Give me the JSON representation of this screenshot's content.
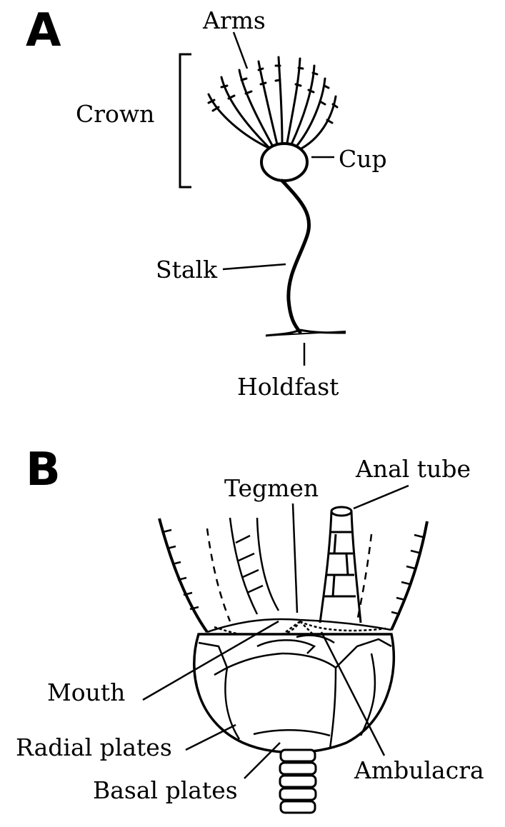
{
  "panel_a": {
    "letter": "A",
    "labels": {
      "arms": "Arms",
      "crown": "Crown",
      "cup": "Cup",
      "stalk": "Stalk",
      "holdfast": "Holdfast"
    }
  },
  "panel_b": {
    "letter": "B",
    "labels": {
      "anal_tube": "Anal tube",
      "tegmen": "Tegmen",
      "mouth": "Mouth",
      "radial_plates": "Radial plates",
      "basal_plates": "Basal plates",
      "ambulacra": "Ambulacra"
    }
  }
}
